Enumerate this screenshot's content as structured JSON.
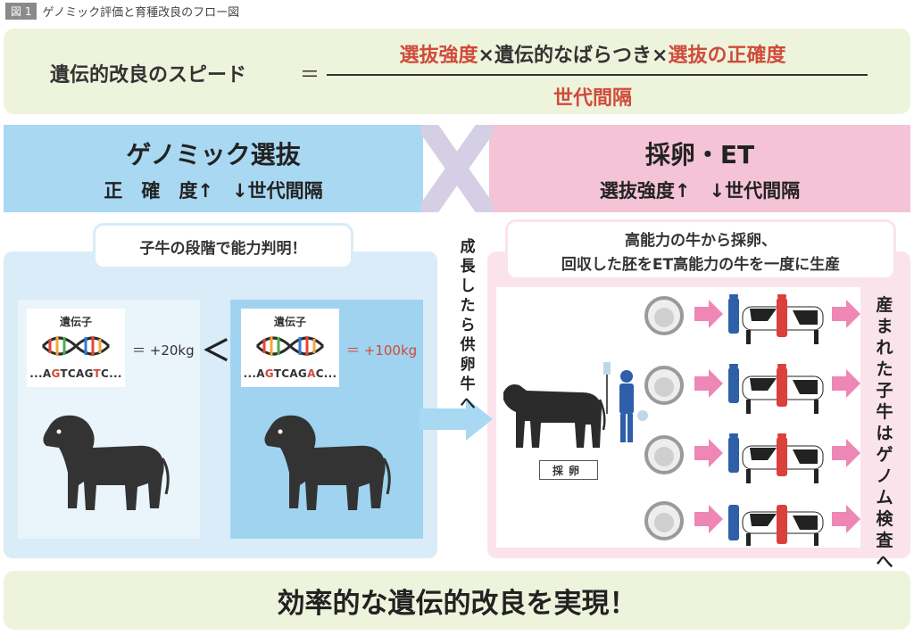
{
  "figure": {
    "tag": "図 1",
    "caption": "ゲノミック評価と育種改良のフロー図"
  },
  "formula": {
    "lhs": "遺伝的改良のスピード",
    "equals": "＝",
    "numerator": {
      "term1": "選抜強度",
      "times1": "×",
      "term2": "遺伝的なばらつき",
      "times2": "×",
      "term3": "選抜の正確度"
    },
    "denominator": "世代間隔"
  },
  "left_band": {
    "title": "ゲノミック選抜",
    "subtitle": "正　確　度↑　↓世代間隔"
  },
  "right_band": {
    "title": "採卵・ET",
    "subtitle": "選抜強度↑　↓世代間隔"
  },
  "left_panel": {
    "callout": "子牛の段階で能力判明！",
    "calf_a": {
      "gene_title": "遺伝子",
      "sequence_parts": [
        "...A",
        "G",
        "TCAG",
        "T",
        "C..."
      ],
      "value": "＝ +20kg"
    },
    "comparison": "＜",
    "calf_b": {
      "gene_title": "遺伝子",
      "sequence_parts": [
        "...A",
        "G",
        "TCAG",
        "A",
        "C..."
      ],
      "value": "＝ +100kg"
    }
  },
  "transition_text": [
    "成",
    "長",
    "し",
    "た",
    "ら",
    "供",
    "卵",
    "牛",
    "へ"
  ],
  "right_panel": {
    "callout_line1": "高能力の牛から採卵、",
    "callout_line2": "回収した胚をET高能力の牛を一度に生産",
    "collect_label": "採卵",
    "result_text": [
      "産",
      "ま",
      "れ",
      "た",
      "子",
      "牛",
      "は",
      "ゲ",
      "ノ",
      "ム",
      "検",
      "査",
      "へ"
    ]
  },
  "conclusion": "効率的な遺伝的改良を実現！",
  "colors": {
    "accent_red": "#cf4b3a",
    "blue": "#a9d8f2",
    "pink": "#f4c3d6",
    "green_bg": "#eef3dc"
  }
}
